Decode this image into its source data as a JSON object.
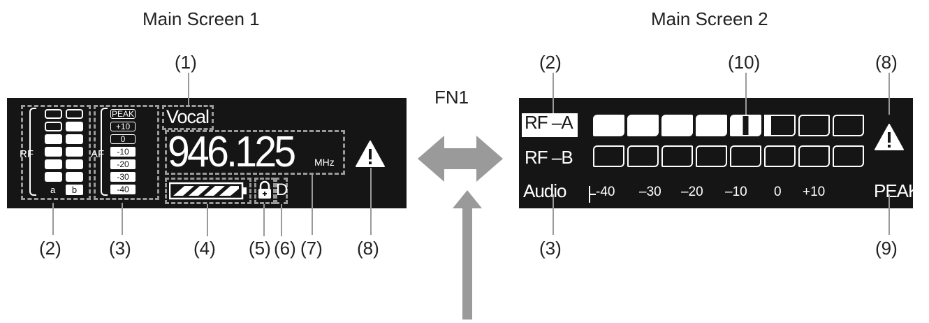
{
  "titles": {
    "screen1": "Main Screen 1",
    "screen2": "Main Screen 2"
  },
  "screen1": {
    "callouts": [
      "(1)",
      "(2)",
      "(3)",
      "(4)",
      "(5)",
      "(6)",
      "(7)",
      "(8)"
    ],
    "rf_label": "RF",
    "af_label": "AF",
    "rf_channels": [
      "a",
      "b"
    ],
    "af_scale": [
      "PEAK",
      "+10",
      "0",
      "-10",
      "-20",
      "-30",
      "-40"
    ],
    "channel_name": "Vocal",
    "frequency": "946.125",
    "unit": "MHz",
    "lock_letter": "D",
    "battery_icon": "battery-full-icon",
    "lock_icon": "lock-icon",
    "warning_icon": "warning-triangle-icon"
  },
  "center": {
    "fn_label": "FN1",
    "arrow_icon": "double-arrow-icon",
    "up_arrow_icon": "up-arrow-icon"
  },
  "screen2": {
    "callouts": [
      "(2)",
      "(10)",
      "(8)",
      "(3)",
      "(9)"
    ],
    "rows": [
      "RF –A",
      "RF –B",
      "Audio"
    ],
    "scale": [
      "-40",
      "–30",
      "–20",
      "–10",
      "0",
      "+10"
    ],
    "peak_label": "PEAK",
    "rf_a_level": 4.5,
    "rf_b_level": 0,
    "segments": 8,
    "warning_icon": "warning-triangle-icon"
  },
  "colors": {
    "screen_bg": "#151515",
    "dashed": "#9a9a9a",
    "arrow": "#9a9a9a"
  }
}
